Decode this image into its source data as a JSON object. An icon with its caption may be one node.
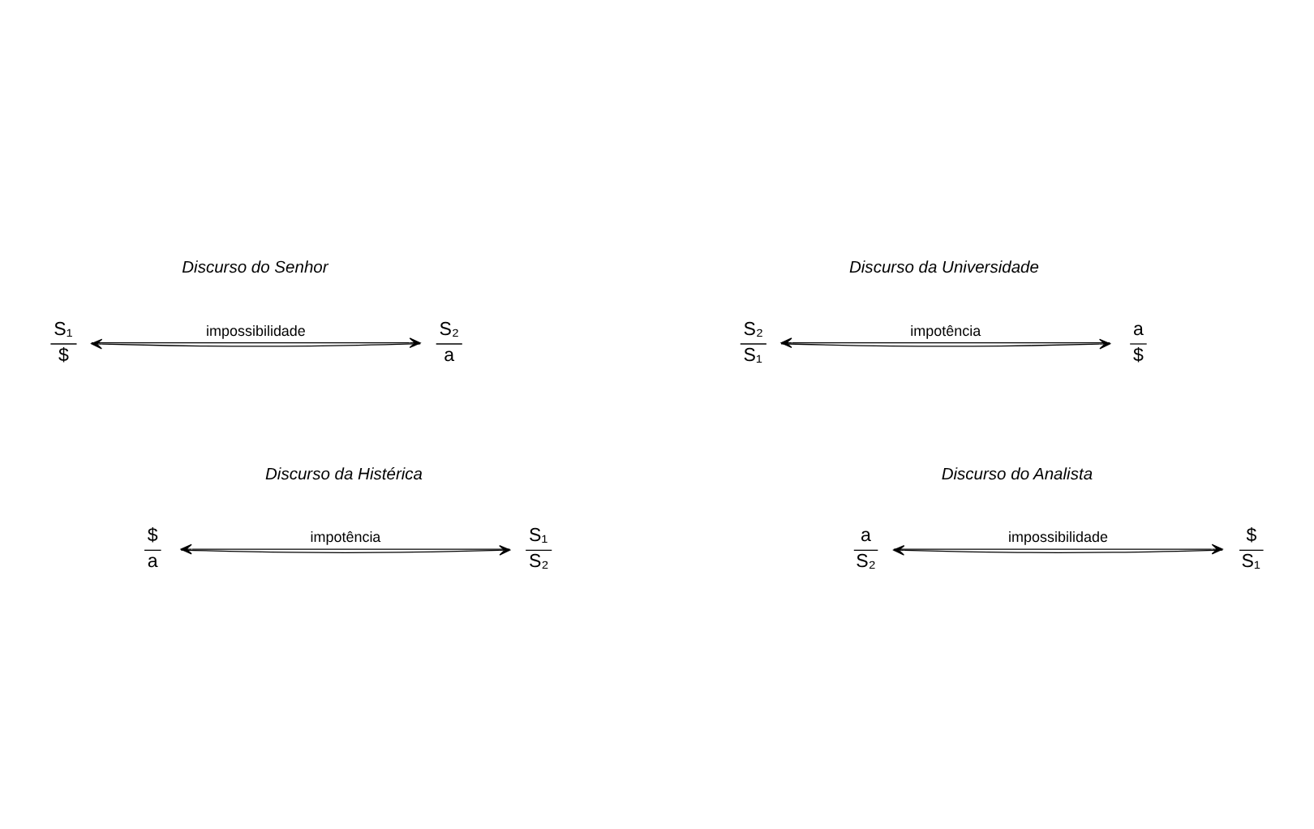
{
  "diagram": {
    "nodes": [
      {
        "text": [
          "S₁",
          "$"
        ]
      },
      {
        "text": [
          "S₂",
          "a"
        ]
      },
      {
        "text": [
          "S₂",
          "S₁"
        ]
      },
      {
        "text": [
          "a",
          "$"
        ]
      },
      {
        "text": [
          "$",
          "a"
        ]
      },
      {
        "text": [
          "S₁",
          "S₂"
        ]
      },
      {
        "text": [
          "a",
          "S₂"
        ]
      },
      {
        "text": [
          "$",
          "S₁"
        ]
      }
    ],
    "edges": [
      {
        "from": 0,
        "to": 1,
        "arrow": "to",
        "label": "impossibilidade"
      },
      {
        "from": 1,
        "to": 0,
        "arrow": "to"
      },
      {
        "from": 2,
        "to": 3,
        "arrow": "to"
      },
      {
        "from": 3,
        "to": 2,
        "arrow": "to",
        "label": "impotência"
      },
      {
        "from": 4,
        "to": 5,
        "arrow": "to"
      },
      {
        "from": 5,
        "to": 4,
        "arrow": "to",
        "label": "impotência"
      },
      {
        "from": 6,
        "to": 7,
        "arrow": "to",
        "label": "impossibilidade"
      },
      {
        "from": 7,
        "to": 6,
        "arrow": "to"
      }
    ],
    "labels": [
      "Discurso do Senhor",
      "Discurso da Universidade",
      "Discurso da Histérica",
      "Discurso do Analista"
    ]
  }
}
